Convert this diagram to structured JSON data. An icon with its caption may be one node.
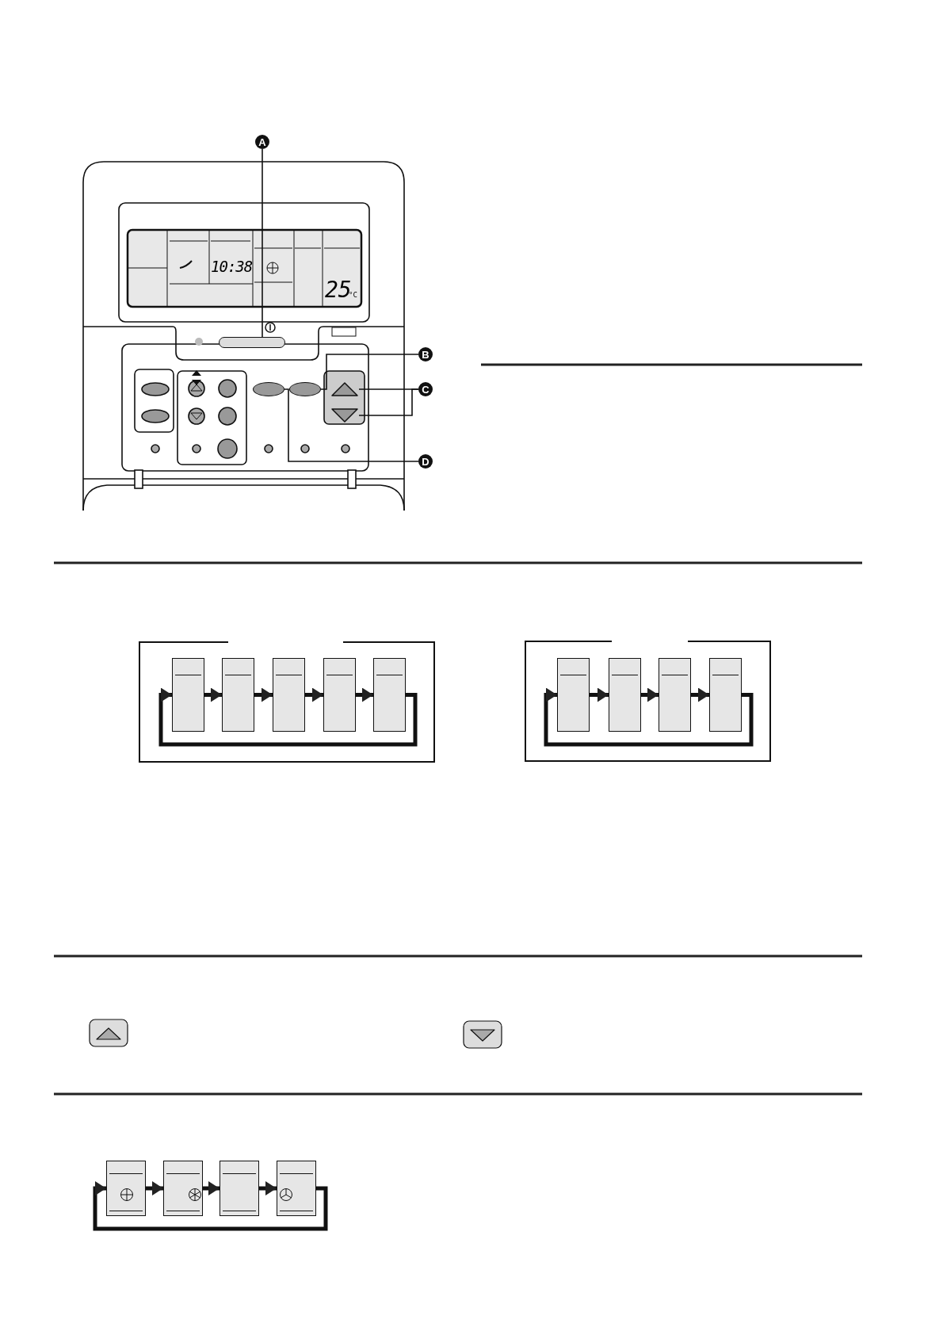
{
  "diagram": {
    "nodes": [
      {
        "text": [
          "A"
        ]
      },
      {
        "text": [],
        "shape": "bar"
      },
      {
        "text": [
          "B"
        ]
      },
      {
        "text": [],
        "shape": "ellipse"
      },
      {
        "text": [
          "C"
        ]
      },
      {
        "text": [],
        "shape": "triangle"
      },
      {
        "text": [],
        "shape": "triangle"
      },
      {
        "text": [
          "D"
        ]
      },
      {
        "text": [],
        "shape": "ellipse"
      },
      {
        "text": [],
        "shape": "box"
      },
      {
        "text": [],
        "shape": "box",
        "in": 9
      },
      {
        "text": [],
        "shape": "box",
        "in": 9
      },
      {
        "text": [],
        "shape": "box",
        "in": 9
      },
      {
        "text": [],
        "shape": "box",
        "in": 9
      },
      {
        "text": [],
        "shape": "box",
        "in": 9
      },
      {
        "text": [],
        "shape": "box"
      },
      {
        "text": [],
        "shape": "box",
        "in": 15
      },
      {
        "text": [],
        "shape": "box",
        "in": 15
      },
      {
        "text": [],
        "shape": "box",
        "in": 15
      },
      {
        "text": [],
        "shape": "box",
        "in": 15
      },
      {
        "text": [],
        "shape": "box"
      },
      {
        "text": [],
        "shape": "box"
      },
      {
        "text": [],
        "shape": "box"
      },
      {
        "text": [],
        "shape": "box"
      }
    ],
    "edges": [
      {
        "from": 0,
        "to": 1,
        "arrow": "none"
      },
      {
        "from": 2,
        "to": 8,
        "arrow": "none"
      },
      {
        "from": 4,
        "to": 5,
        "arrow": "none"
      },
      {
        "from": 4,
        "to": 6,
        "arrow": "none"
      },
      {
        "from": 7,
        "to": 3,
        "arrow": "none"
      },
      {
        "from": 10,
        "to": 11,
        "arrow": "to"
      },
      {
        "from": 11,
        "to": 12,
        "arrow": "to"
      },
      {
        "from": 12,
        "to": 13,
        "arrow": "to"
      },
      {
        "from": 13,
        "to": 14,
        "arrow": "to"
      },
      {
        "from": 14,
        "to": 10,
        "arrow": "to"
      },
      {
        "from": 16,
        "to": 17,
        "arrow": "to"
      },
      {
        "from": 17,
        "to": 18,
        "arrow": "to"
      },
      {
        "from": 18,
        "to": 19,
        "arrow": "to"
      },
      {
        "from": 19,
        "to": 16,
        "arrow": "to"
      },
      {
        "from": 20,
        "to": 21,
        "arrow": "to"
      },
      {
        "from": 21,
        "to": 22,
        "arrow": "to"
      },
      {
        "from": 22,
        "to": 23,
        "arrow": "to"
      },
      {
        "from": 23,
        "to": 20,
        "arrow": "to"
      }
    ],
    "labels": [
      "10:38",
      "25",
      "°C"
    ]
  }
}
